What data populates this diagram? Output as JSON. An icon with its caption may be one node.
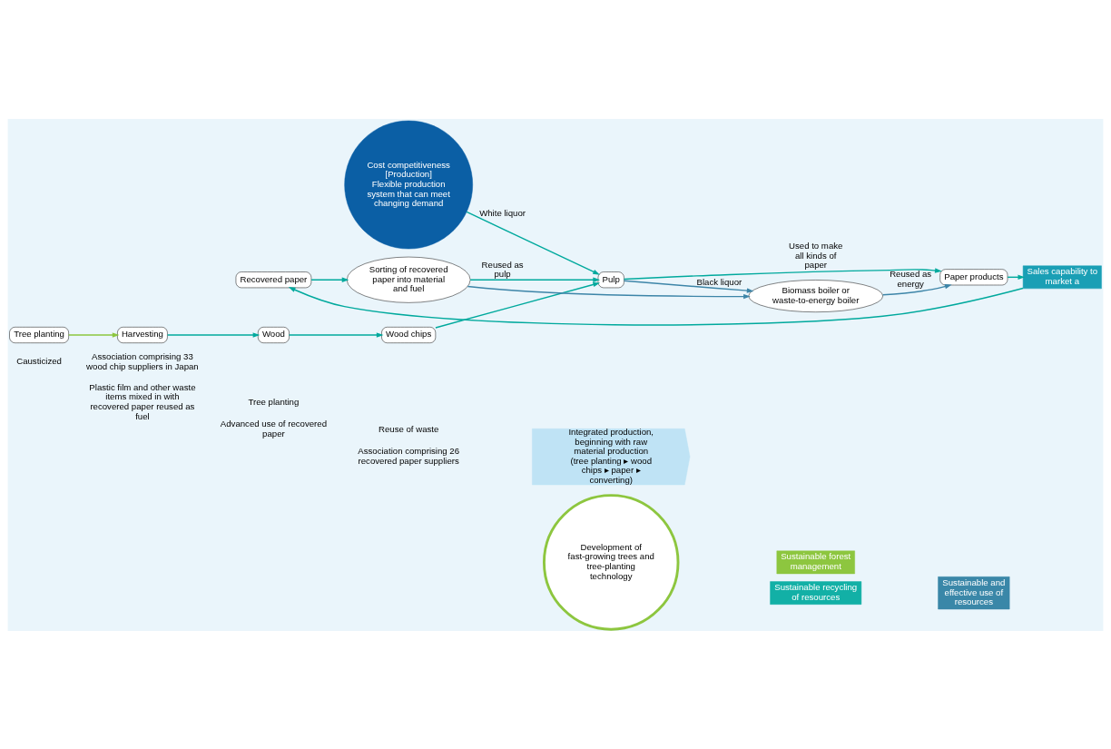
{
  "diagram": {
    "nodes": [
      {
        "text": [
          "Integrated production, beginning with raw material production (tree planting ▸ wood chips ▸ paper ▸ converting)"
        ]
      },
      {
        "text": [
          "Cost competitiveness",
          "[Production]",
          "Flexible production system that can meet changing demand"
        ]
      },
      {
        "text": [
          "Wood"
        ]
      },
      {
        "text": [
          "Wood chips"
        ]
      },
      {
        "text": [
          "Pulp"
        ]
      },
      {
        "text": [
          "Paper products"
        ]
      },
      {
        "text": [
          "Biomass boiler or waste-to-energy boiler"
        ]
      },
      {
        "text": [
          "Sorting of recovered paper into material and fuel"
        ]
      },
      {
        "text": [
          "Recovered paper"
        ]
      },
      {
        "text": [
          "Development of fast-growing trees and tree-planting technology"
        ]
      },
      {
        "text": [
          "Tree planting"
        ]
      },
      {
        "text": [
          "Harvesting"
        ]
      },
      {
        "text": [
          "Sales capability to market a"
        ]
      },
      {
        "text": [
          "Sustainable forest management"
        ]
      },
      {
        "text": [
          "Sustainable recycling of resources"
        ]
      },
      {
        "text": [
          "Sustainable and effective use of resources"
        ]
      }
    ],
    "edges": [
      {
        "from": 11,
        "to": 2,
        "arrow": "to"
      },
      {
        "from": 2,
        "to": 3,
        "arrow": "to"
      },
      {
        "from": 3,
        "to": 4,
        "arrow": "to"
      },
      {
        "from": 4,
        "to": 5,
        "arrow": "to",
        "label": "Used to make all kinds of paper"
      },
      {
        "from": 5,
        "to": 12,
        "arrow": "to"
      },
      {
        "from": 1,
        "to": 4,
        "arrow": "to",
        "label": "White liquor"
      },
      {
        "from": 4,
        "to": 6,
        "arrow": "to",
        "label": "Black liquor",
        "color": "#3d85a8"
      },
      {
        "from": 6,
        "to": 5,
        "arrow": "to",
        "label": "Reused as energy",
        "color": "#3d85a8"
      },
      {
        "from": 7,
        "to": 4,
        "arrow": "to",
        "label": "Reused as pulp"
      },
      {
        "from": 7,
        "to": 6,
        "arrow": "to",
        "color": "#3d85a8"
      },
      {
        "from": 8,
        "to": 7,
        "arrow": "to"
      },
      {
        "from": 12,
        "to": 8,
        "arrow": "to"
      },
      {
        "from": 10,
        "to": 11,
        "arrow": "to",
        "color": "#8dc63f"
      }
    ],
    "labels": [
      "Causticized",
      "Association comprising 33 wood chip suppliers in Japan",
      "Plastic film and other waste items mixed in with recovered paper reused as fuel",
      "Tree planting",
      "Advanced use of recovered paper",
      "Reuse of waste",
      "Association comprising 26 recovered paper suppliers"
    ]
  }
}
